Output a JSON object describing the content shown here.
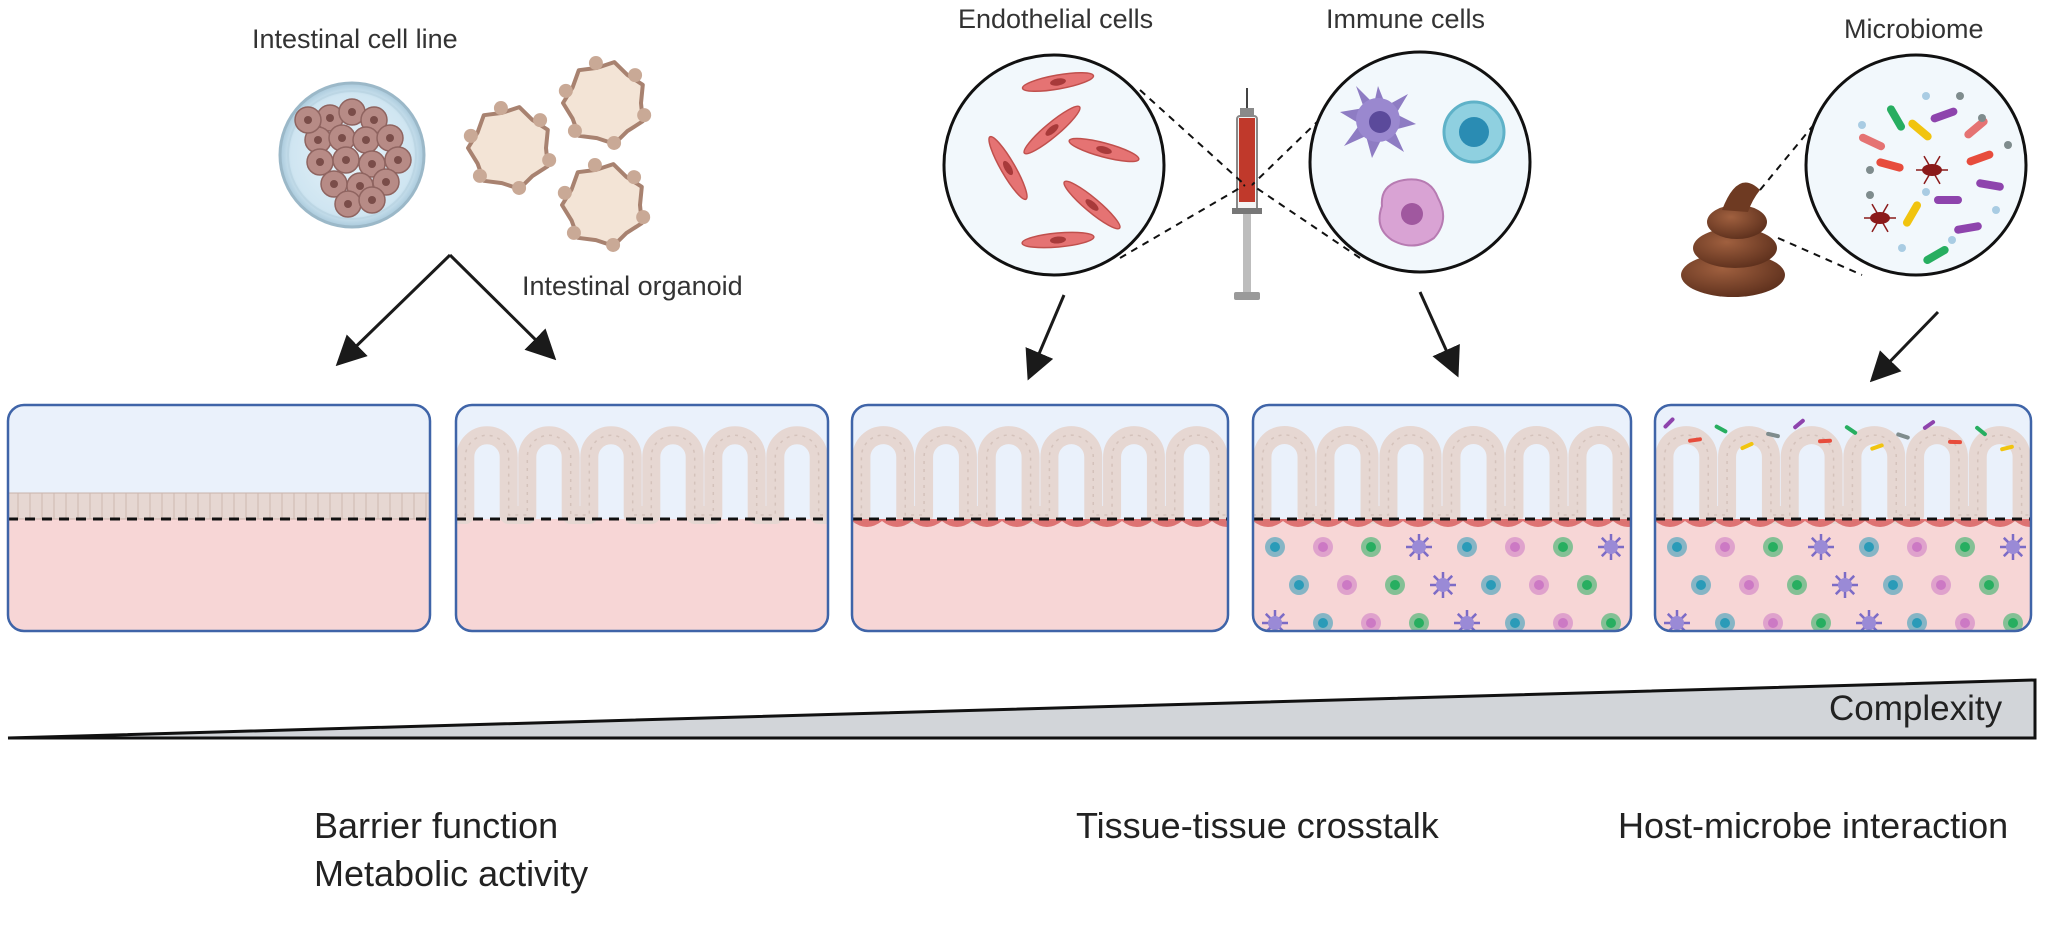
{
  "labels": {
    "intestinal_cell_line": "Intestinal cell line",
    "intestinal_organoid": "Intestinal organoid",
    "endothelial_cells": "Endothelial cells",
    "immune_cells": "Immune cells",
    "microbiome": "Microbiome",
    "complexity": "Complexity"
  },
  "applications": {
    "barrier_function": "Barrier function",
    "metabolic_activity": "Metabolic activity",
    "tissue_crosstalk": "Tissue-tissue crosstalk",
    "host_microbe": "Host-microbe interaction"
  },
  "colors": {
    "panel_border": "#3f64a8",
    "lumen": "#eaf1fb",
    "tissue": "#f7d6d6",
    "epithelium": "#e6d7d2",
    "endothelium": "#d96262",
    "wedge": "#d2d5d9",
    "arrow": "#1a1a1a"
  },
  "panels": [
    {
      "id": "cell-line",
      "villi": false,
      "endothelium": false,
      "immune": false,
      "microbes": false
    },
    {
      "id": "organoid",
      "villi": true,
      "endothelium": false,
      "immune": false,
      "microbes": false
    },
    {
      "id": "endothelial",
      "villi": true,
      "endothelium": true,
      "immune": false,
      "microbes": false
    },
    {
      "id": "immune",
      "villi": true,
      "endothelium": true,
      "immune": true,
      "microbes": false
    },
    {
      "id": "microbiome",
      "villi": true,
      "endothelium": true,
      "immune": true,
      "microbes": true
    }
  ]
}
